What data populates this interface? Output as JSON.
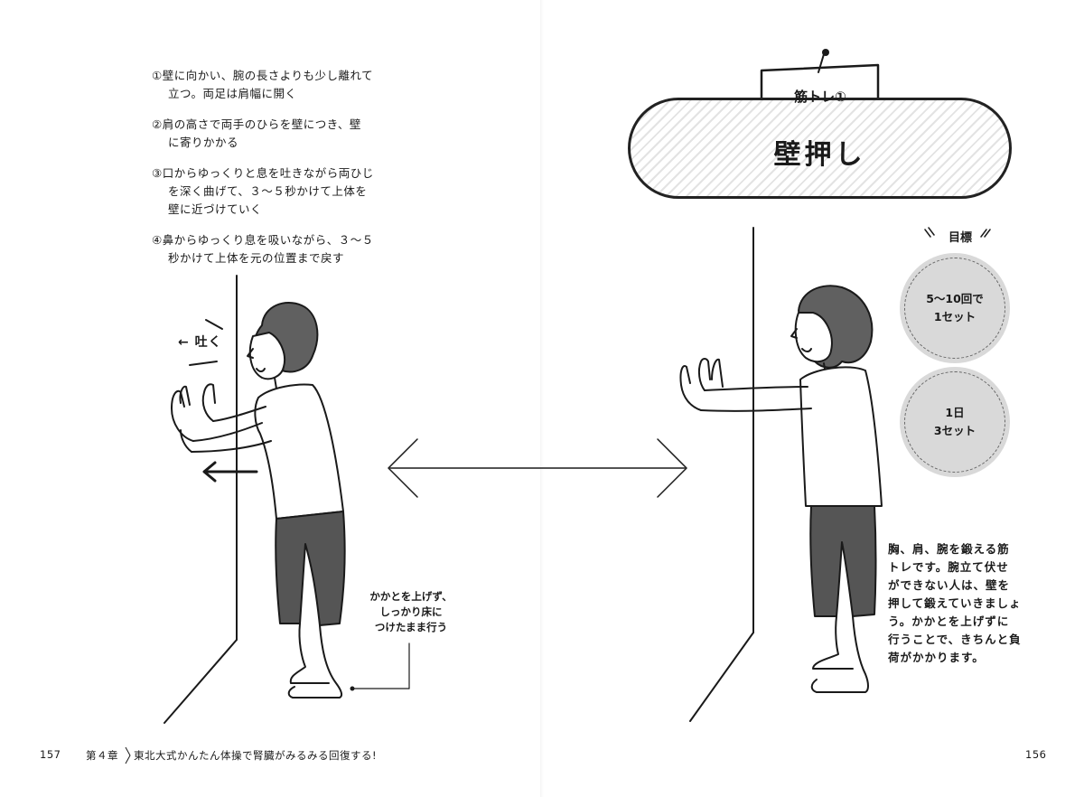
{
  "steps": [
    "①壁に向かい、腕の長さよりも少し離れて\n立つ。両足は肩幅に開く",
    "②肩の高さで両手のひらを壁につき、壁\nに寄りかかる",
    "③口からゆっくりと息を吐きながら両ひじ\nを深く曲げて、３～５秒かけて上体を\n壁に近づけていく",
    "④鼻からゆっくり息を吸いながら、３～５\n秒かけて上体を元の位置まで戻す"
  ],
  "exhale_label": "← 吐く",
  "note": "かかとを上げず、\nしっかり床に\nつけたまま行う",
  "banner": {
    "tag": "筋トレ①",
    "title": "壁押し"
  },
  "goal": {
    "label": "目標",
    "items": [
      "5〜10回で\n1セット",
      "1日\n3セット"
    ]
  },
  "description": "胸、肩、腕を鍛える筋\nトレです。腕立て伏せ\nができない人は、壁を\n押して鍛えていきましょ\nう。かかとを上げずに\n行うことで、きちんと負\n荷がかかります。",
  "footer": {
    "page_left": "157",
    "chapter": "第４章",
    "chapter_title": "東北大式かんたん体操で腎臓がみるみる回復する!",
    "page_right": "156"
  },
  "colors": {
    "ink": "#1a1a1a",
    "shirt": "#ffffff",
    "pants": "#555555",
    "hair": "#606060",
    "circle": "#d9d9d9"
  }
}
